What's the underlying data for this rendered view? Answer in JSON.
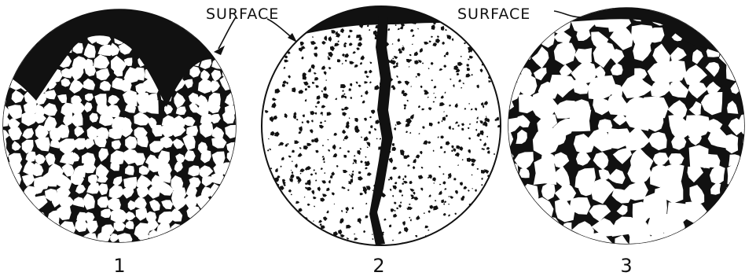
{
  "figure": {
    "surface_label_left": "SURFACE",
    "surface_label_right": "SURFACE",
    "panels": [
      {
        "number": "1"
      },
      {
        "number": "2"
      },
      {
        "number": "3"
      }
    ]
  },
  "colors": {
    "ink": "#111111",
    "paper": "#ffffff"
  }
}
